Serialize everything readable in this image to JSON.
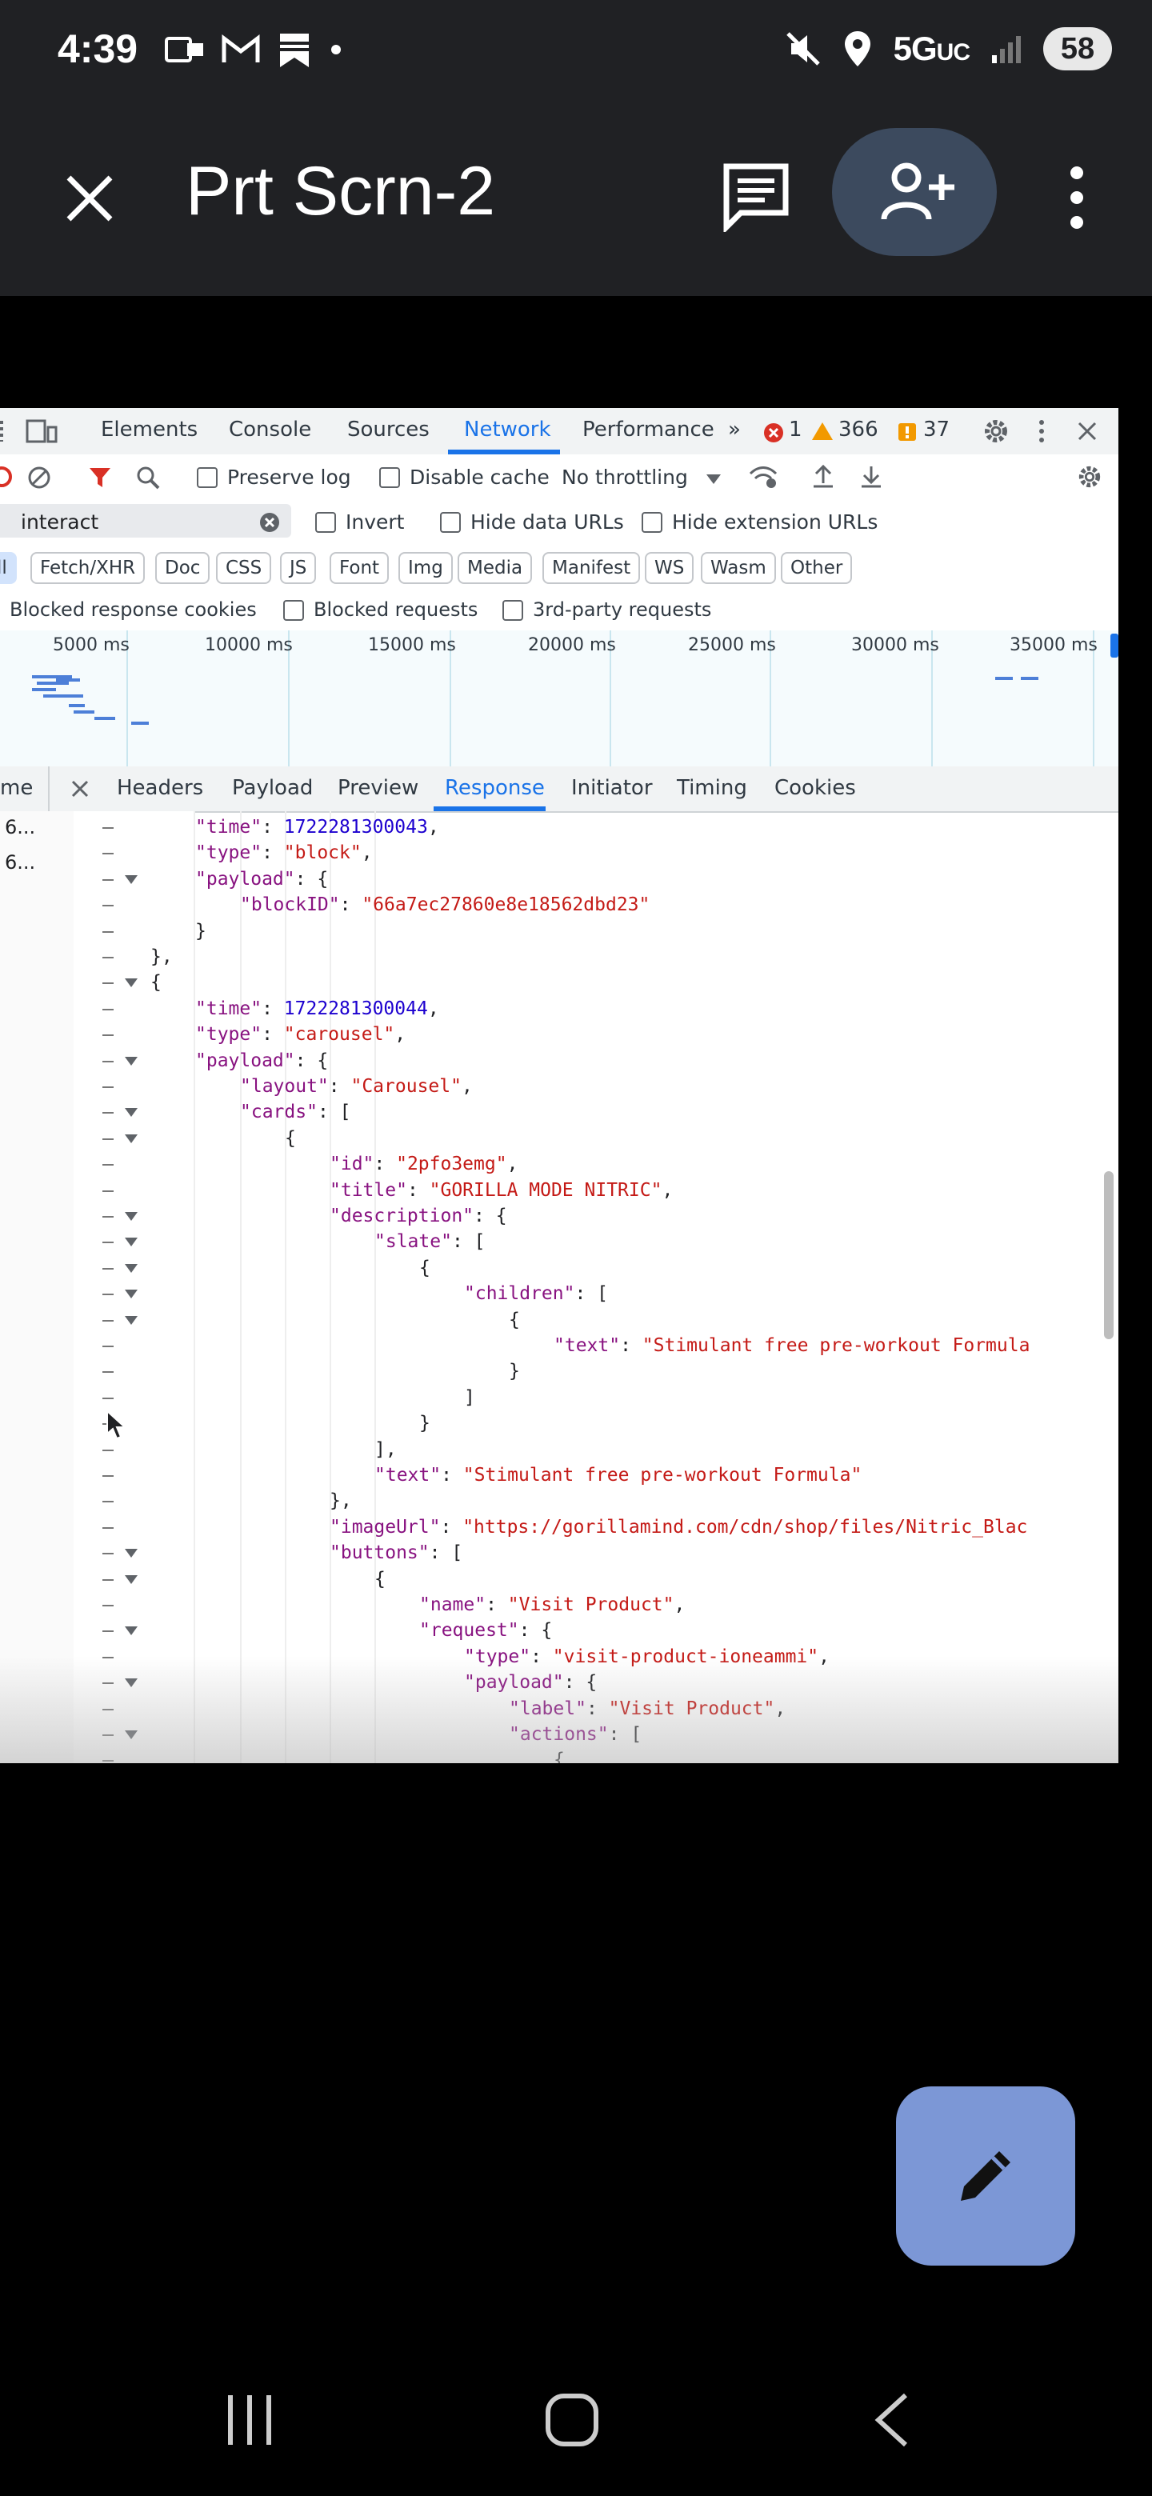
{
  "status_bar": {
    "time": "4:39",
    "network": "5G",
    "network_sub": "UC",
    "battery": "58"
  },
  "app_bar": {
    "title": "Prt Scrn-2"
  },
  "devtools": {
    "tabs": [
      "Elements",
      "Console",
      "Sources",
      "Network",
      "Performance"
    ],
    "active_tab": "Network",
    "badges": {
      "errors": "1",
      "warnings": "366",
      "issues": "37"
    },
    "toolbar": {
      "preserve_log": "Preserve log",
      "disable_cache": "Disable cache",
      "throttling": "No throttling"
    },
    "filter": {
      "value": "interact",
      "invert": "Invert",
      "hide_data_urls": "Hide data URLs",
      "hide_extension_urls": "Hide extension URLs"
    },
    "type_filters": [
      "ll",
      "Fetch/XHR",
      "Doc",
      "CSS",
      "JS",
      "Font",
      "Img",
      "Media",
      "Manifest",
      "WS",
      "Wasm",
      "Other"
    ],
    "blocked": {
      "cookies": "Blocked response cookies",
      "requests": "Blocked requests",
      "third_party": "3rd-party requests"
    },
    "timeline_labels": [
      "5000 ms",
      "10000 ms",
      "15000 ms",
      "20000 ms",
      "25000 ms",
      "30000 ms",
      "35000 ms"
    ],
    "name_header": "me",
    "name_rows": [
      "6...",
      "6..."
    ],
    "response_tabs": [
      "Headers",
      "Payload",
      "Preview",
      "Response",
      "Initiator",
      "Timing",
      "Cookies"
    ],
    "active_response_tab": "Response",
    "code_lines": [
      "\"time\": 1722281300043,",
      "\"type\": \"block\",",
      "\"payload\": {",
      "\"blockID\": \"66a7ec27860e8e18562dbd23\"",
      "}",
      "},",
      "{",
      "\"time\": 1722281300044,",
      "\"type\": \"carousel\",",
      "\"payload\": {",
      "\"layout\": \"Carousel\",",
      "\"cards\": [",
      "{",
      "\"id\": \"2pfo3emg\",",
      "\"title\": \"GORILLA MODE NITRIC\",",
      "\"description\": {",
      "\"slate\": [",
      "{",
      "\"children\": [",
      "{",
      "\"text\": \"Stimulant free pre-workout Formula",
      "}",
      "]",
      "}",
      "],",
      "\"text\": \"Stimulant free pre-workout Formula\"",
      "},",
      "\"imageUrl\": \"https://gorillamind.com/cdn/shop/files/Nitric_Blac",
      "\"buttons\": [",
      "{",
      "\"name\": \"Visit Product\",",
      "\"request\": {",
      "\"type\": \"visit-product-ioneammi\",",
      "\"payload\": {",
      "\"label\": \"Visit Product\",",
      "\"actions\": [",
      "{"
    ]
  }
}
